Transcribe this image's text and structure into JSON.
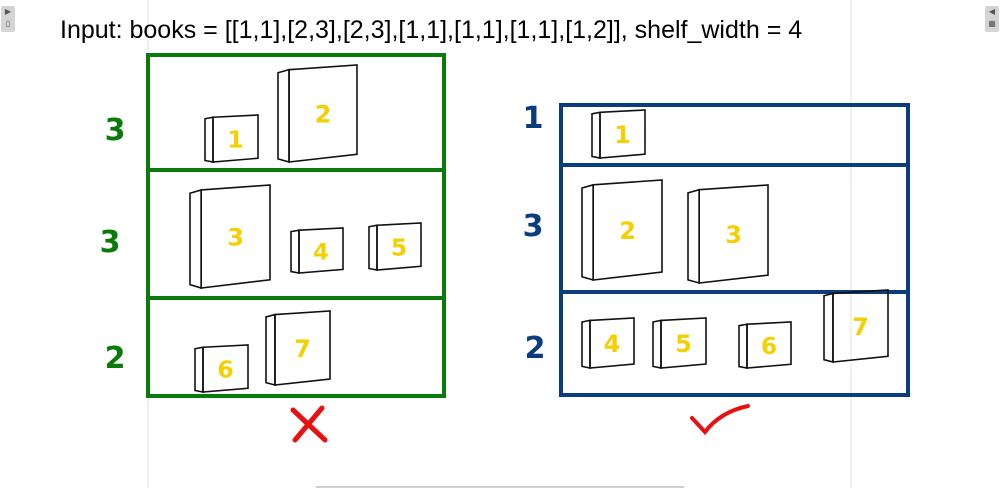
{
  "title": "Input: books = [[1,1],[2,3],[2,3],[1,1],[1,1],[1,1],[1,2]], shelf_width = 4",
  "left_arrangement": {
    "color": "#0a7a0a",
    "shelf_heights": [
      "3",
      "3",
      "2"
    ],
    "books": [
      "1",
      "2",
      "3",
      "4",
      "5",
      "6",
      "7"
    ],
    "verdict": "wrong",
    "verdict_color": "#e81010"
  },
  "right_arrangement": {
    "color": "#0b3d7e",
    "shelf_heights": [
      "1",
      "3",
      "2"
    ],
    "books": [
      "1",
      "2",
      "3",
      "4",
      "5",
      "6",
      "7"
    ],
    "verdict": "correct",
    "verdict_color": "#e81010"
  },
  "book_number_color": "#f5cf00",
  "toolbar": {
    "left_icon": "play-icon",
    "right_icon": "apps-icon"
  }
}
